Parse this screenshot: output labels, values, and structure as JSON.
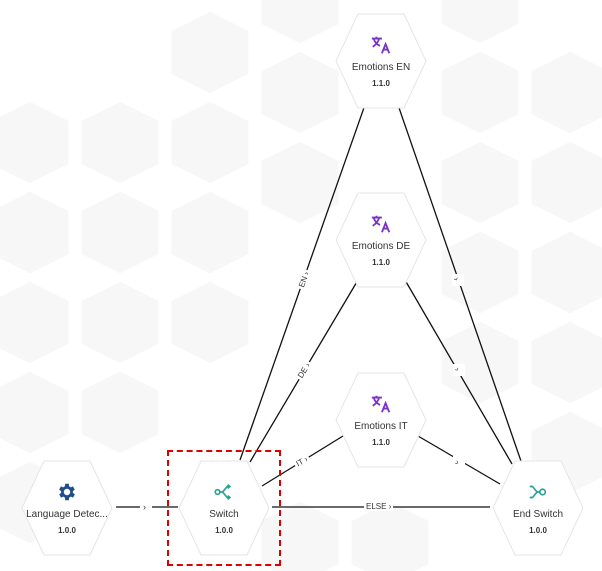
{
  "nodes": {
    "emotions_en": {
      "title": "Emotions EN",
      "version": "1.1.0",
      "icon": "translate-icon",
      "color": "#7a33c7"
    },
    "emotions_de": {
      "title": "Emotions DE",
      "version": "1.1.0",
      "icon": "translate-icon",
      "color": "#7a33c7"
    },
    "emotions_it": {
      "title": "Emotions IT",
      "version": "1.1.0",
      "icon": "translate-icon",
      "color": "#7a33c7"
    },
    "language_detector": {
      "title": "Language Detec...",
      "version": "1.0.0",
      "icon": "gear-icon",
      "color": "#1f4e8c"
    },
    "switch": {
      "title": "Switch",
      "version": "1.0.0",
      "icon": "switch-icon",
      "color": "#2aa198"
    },
    "end_switch": {
      "title": "End Switch",
      "version": "1.0.0",
      "icon": "end-switch-icon",
      "color": "#2aa198"
    }
  },
  "edge_labels": {
    "en": "EN",
    "de": "DE",
    "it": "IT",
    "else": "ELSE"
  },
  "selected_node": "switch",
  "selection_color": "#dd0000"
}
